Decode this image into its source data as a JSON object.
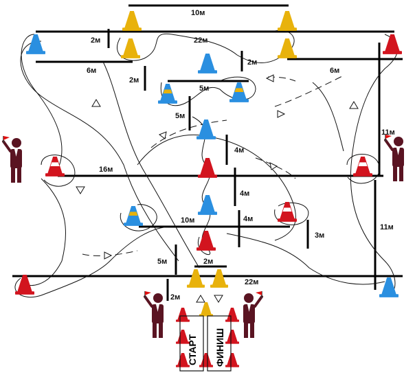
{
  "labels": {
    "d_10m": "10м",
    "d_22m_top": "22м",
    "d_2m_tl": "2м",
    "d_2m_tr": "2м",
    "d_6m_left": "6м",
    "d_6m_right": "6м",
    "d_2m_ml": "2м",
    "d_5m_mid": "5м",
    "d_5m_left": "5м",
    "d_4m_a": "4м",
    "d_16m": "16м",
    "d_11m_upper": "11м",
    "d_4m_b": "4м",
    "d_10m_low": "10м",
    "d_4m_c": "4м",
    "d_3m": "3м",
    "d_11m_lower": "11м",
    "d_5m_low": "5м",
    "d_2m_bot": "2м",
    "d_22m_bot": "22м",
    "d_2m_start": "2м"
  },
  "zones": {
    "start": "СТАРТ",
    "finish": "ФИНИШ"
  },
  "colors": {
    "cone_red": "#d2141e",
    "cone_yellow": "#e8b20c",
    "cone_blue": "#2a8fe0",
    "cone_band": "#ffffff",
    "marshal_body": "#5a1422",
    "flag_red": "#e01010",
    "line": "#000000"
  },
  "icons": {
    "cone": "traffic-cone-icon",
    "marshal": "flag-marshal-icon",
    "arrow": "direction-arrow-icon"
  }
}
